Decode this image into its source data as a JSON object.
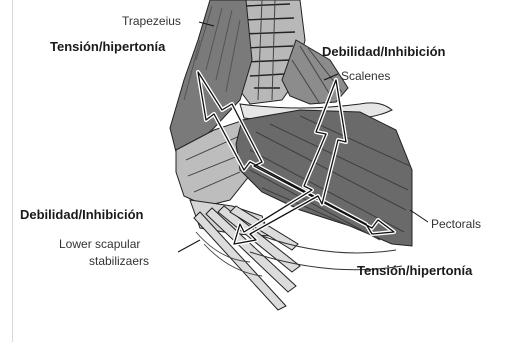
{
  "labels": {
    "trapezeius": "Trapezeius",
    "tension_top": "Tensión/hipertonía",
    "weakness_top": "Debilidad/Inhibición",
    "scalenes": "Scalenes",
    "weakness_bottom": "Debilidad/Inhibición",
    "lower_scapular": "Lower scapular",
    "stabilizaers": "stabilizaers",
    "pectorals": "Pectorals",
    "tension_bottom": "Tensión/hipertonía"
  },
  "colors": {
    "muscle_dark": "#6f6f6f",
    "muscle_mid": "#9a9a9a",
    "line": "#1a1a1a",
    "background": "#ffffff"
  }
}
